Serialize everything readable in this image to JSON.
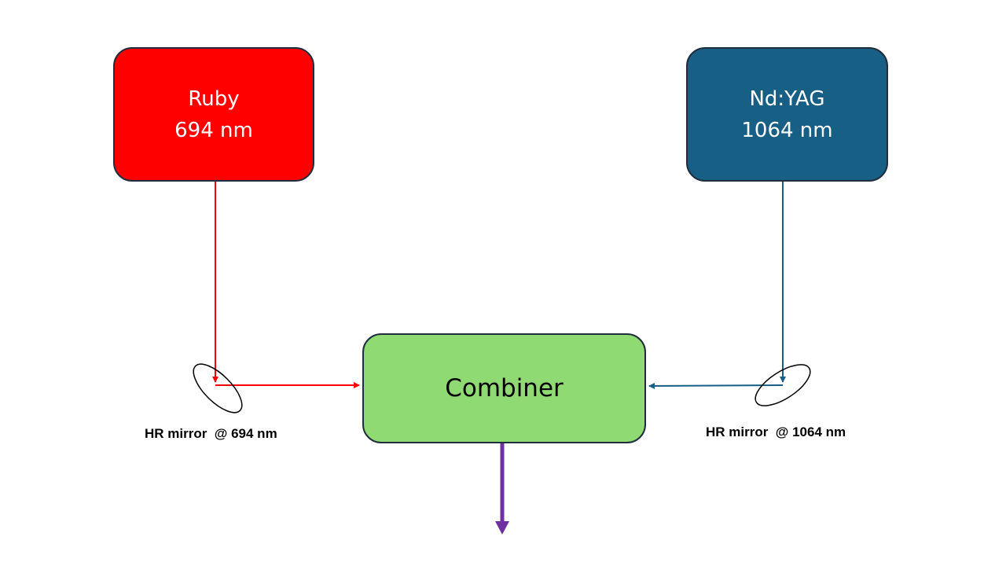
{
  "lasers": {
    "ruby": {
      "name": "Ruby",
      "wavelength": "694 nm",
      "color": "#ff0000"
    },
    "ndyag": {
      "name": "Nd:YAG",
      "wavelength": "1064 nm",
      "color": "#175f84"
    }
  },
  "combiner": {
    "label": "Combiner",
    "color": "#8fda72"
  },
  "mirrors": {
    "left_label": "HR mirror  @ 694 nm",
    "right_label": "HR mirror  @ 1064 nm"
  },
  "output_beam": {
    "color": "#7030a0"
  }
}
